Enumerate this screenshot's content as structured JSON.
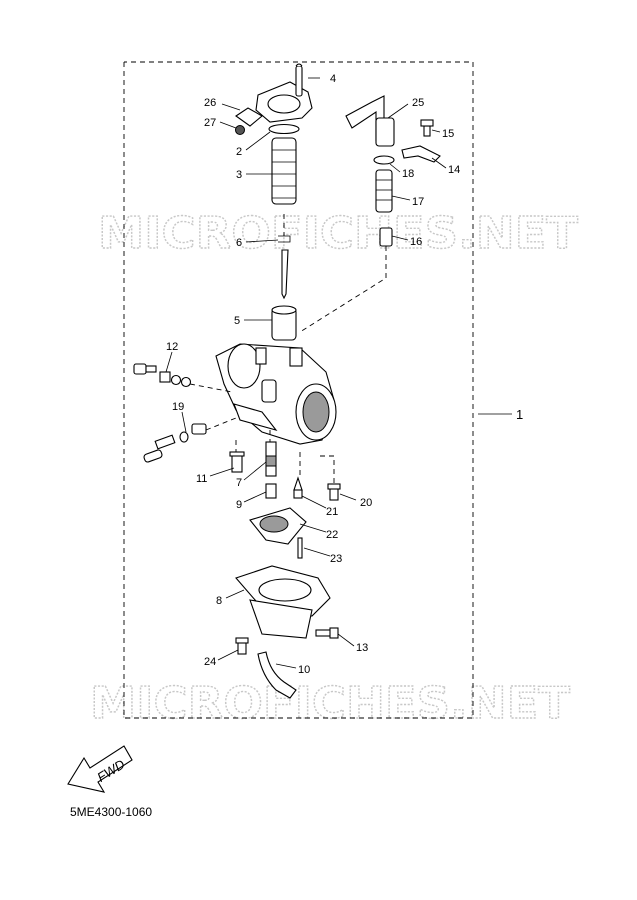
{
  "watermarks": [
    "MICROFICHES.NET",
    "MICROFICHES.NET"
  ],
  "callouts": {
    "c1": "1",
    "c2": "2",
    "c3": "3",
    "c4": "4",
    "c5": "5",
    "c6": "6",
    "c7": "7",
    "c8": "8",
    "c9": "9",
    "c10": "10",
    "c11": "11",
    "c12": "12",
    "c13": "13",
    "c14": "14",
    "c15": "15",
    "c16": "16",
    "c17": "17",
    "c18": "18",
    "c19": "19",
    "c20": "20",
    "c21": "21",
    "c22": "22",
    "c23": "23",
    "c24": "24",
    "c25": "25",
    "c26": "26",
    "c27": "27"
  },
  "fwd_label": "FWD",
  "part_code": "5ME4300-1060"
}
